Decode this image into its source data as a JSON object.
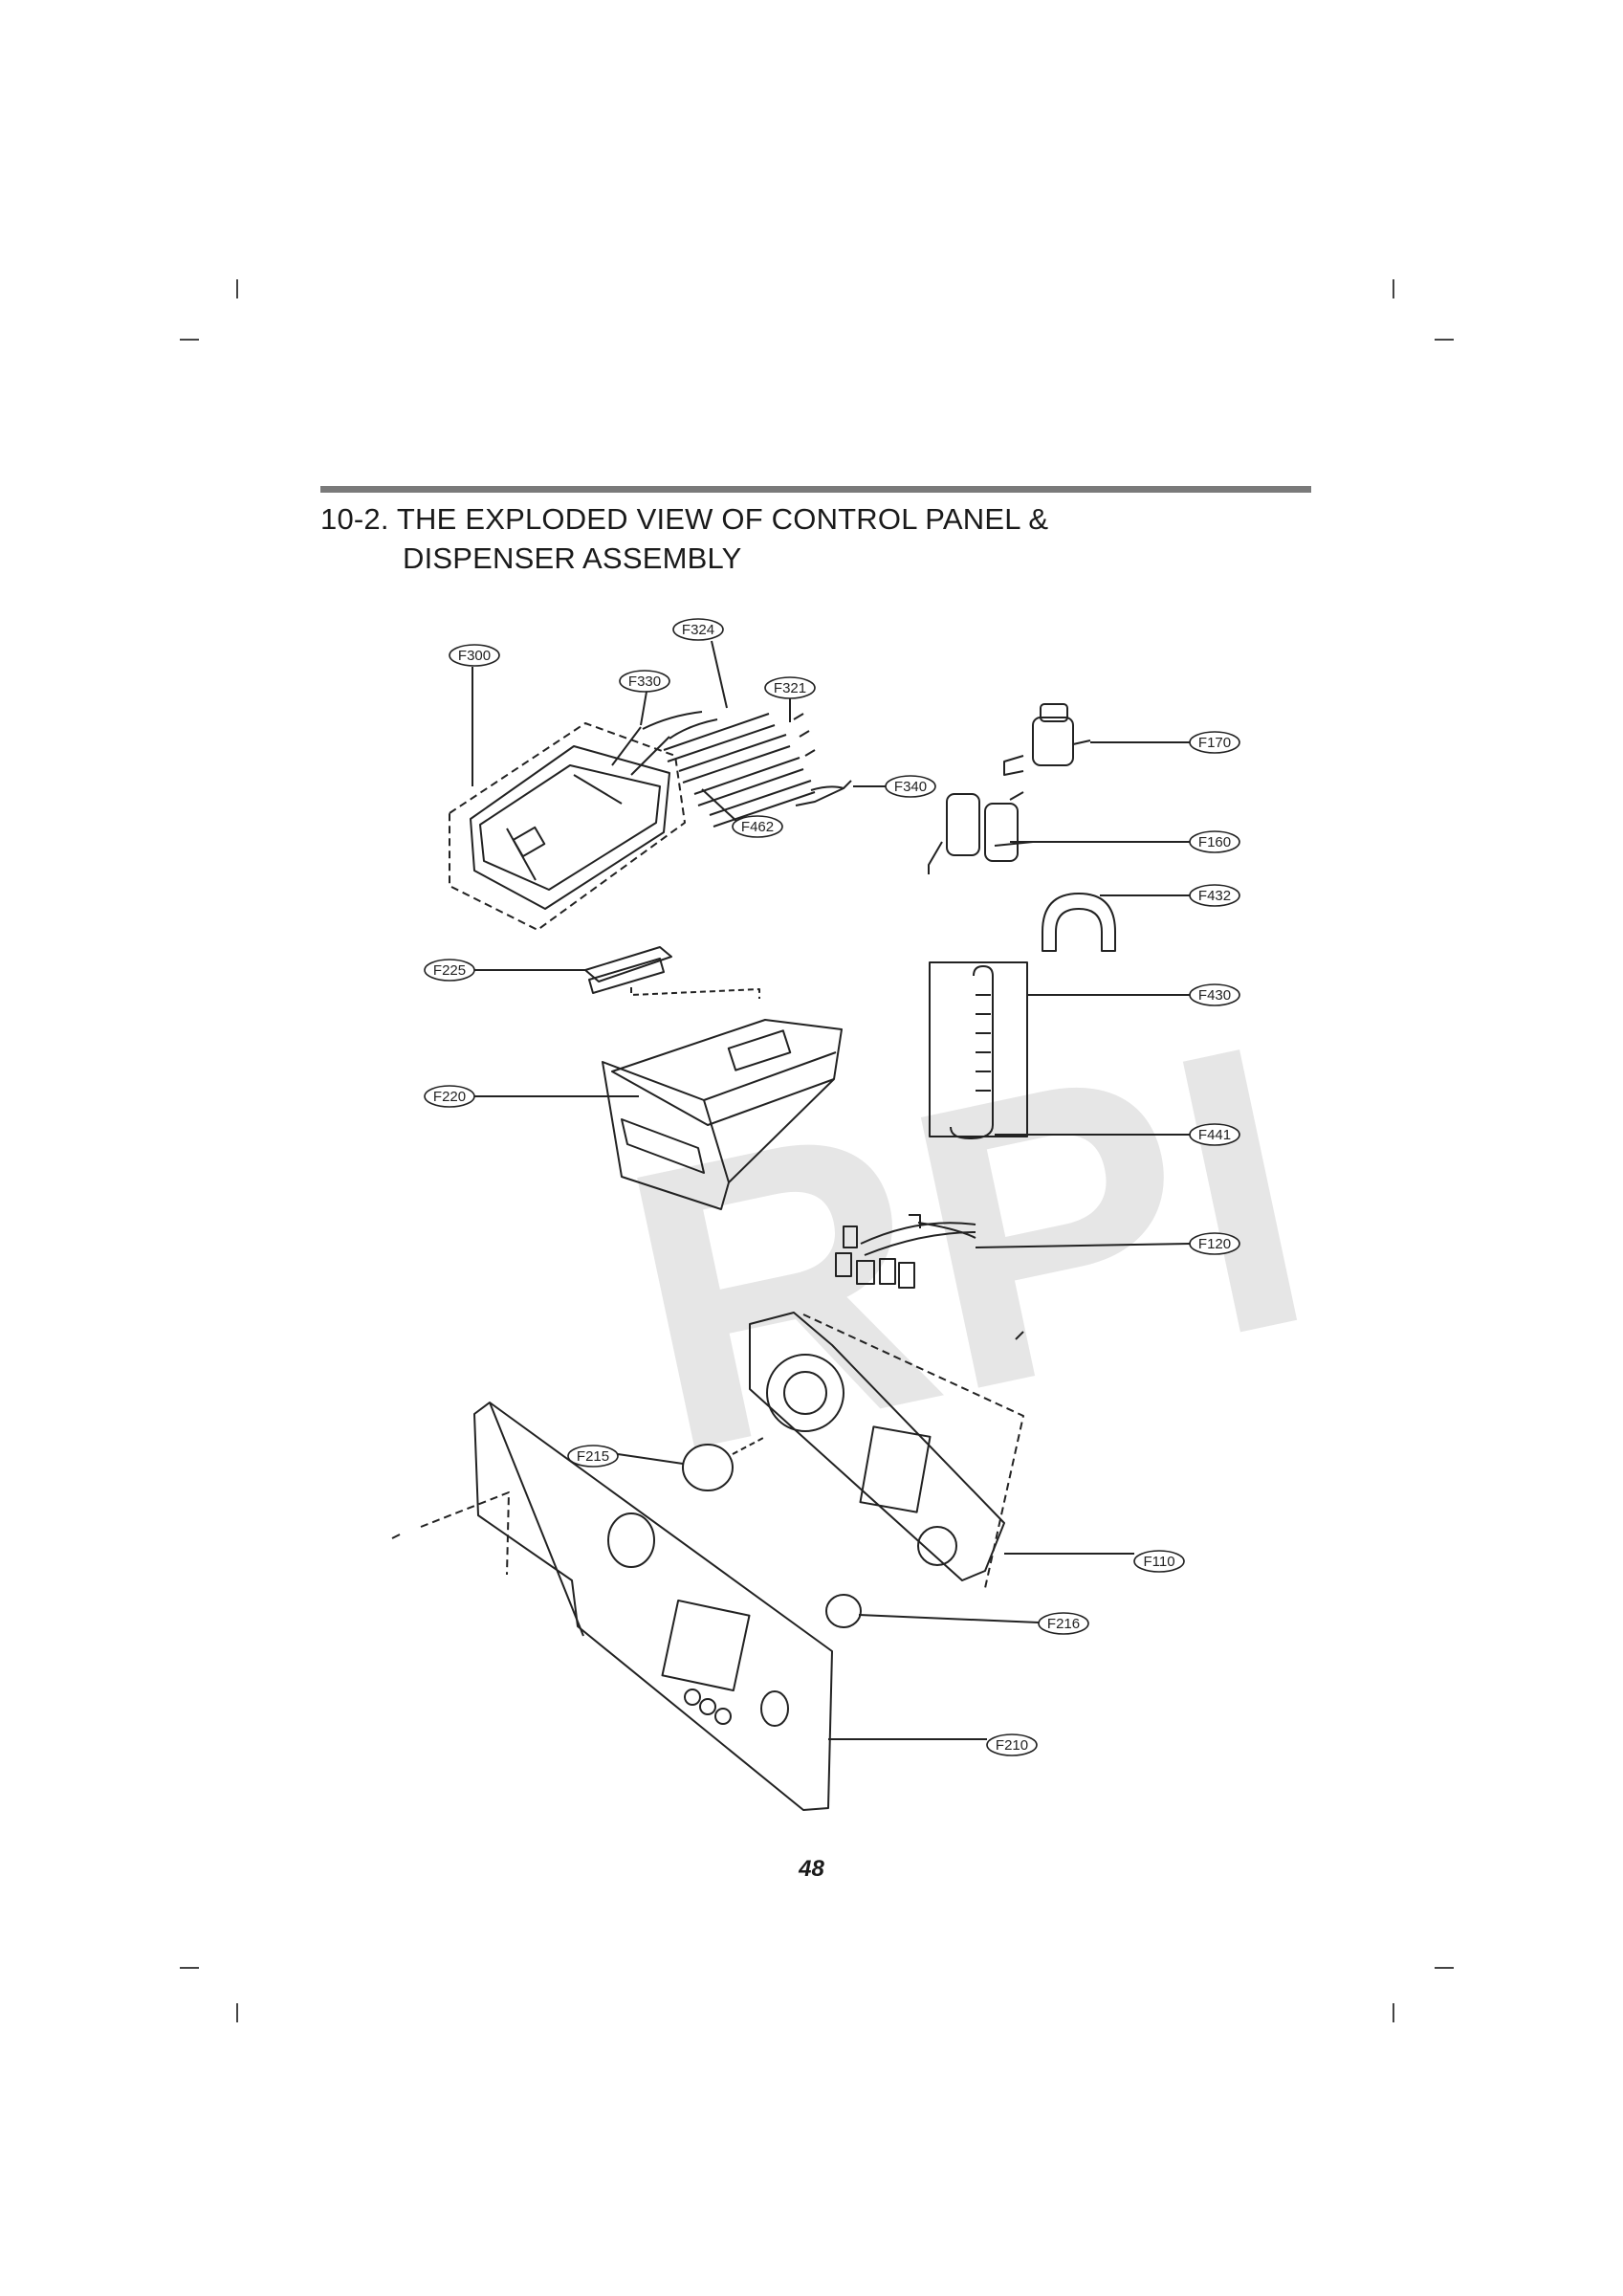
{
  "header": {
    "title_line1": "10-2. THE EXPLODED VIEW OF CONTROL PANEL &",
    "title_line2": "DISPENSER ASSEMBLY"
  },
  "watermark": "RPI",
  "callouts": {
    "F300": "F300",
    "F324": "F324",
    "F330": "F330",
    "F321": "F321",
    "F340": "F340",
    "F462": "F462",
    "F170": "F170",
    "F160": "F160",
    "F432": "F432",
    "F225": "F225",
    "F430": "F430",
    "F220": "F220",
    "F441": "F441",
    "F120": "F120",
    "F215": "F215",
    "F110": "F110",
    "F216": "F216",
    "F210": "F210"
  },
  "footer": {
    "page_number": "48"
  },
  "colors": {
    "rule": "#7a7a7a",
    "watermark": "#e6e6e6",
    "line": "#222222"
  }
}
